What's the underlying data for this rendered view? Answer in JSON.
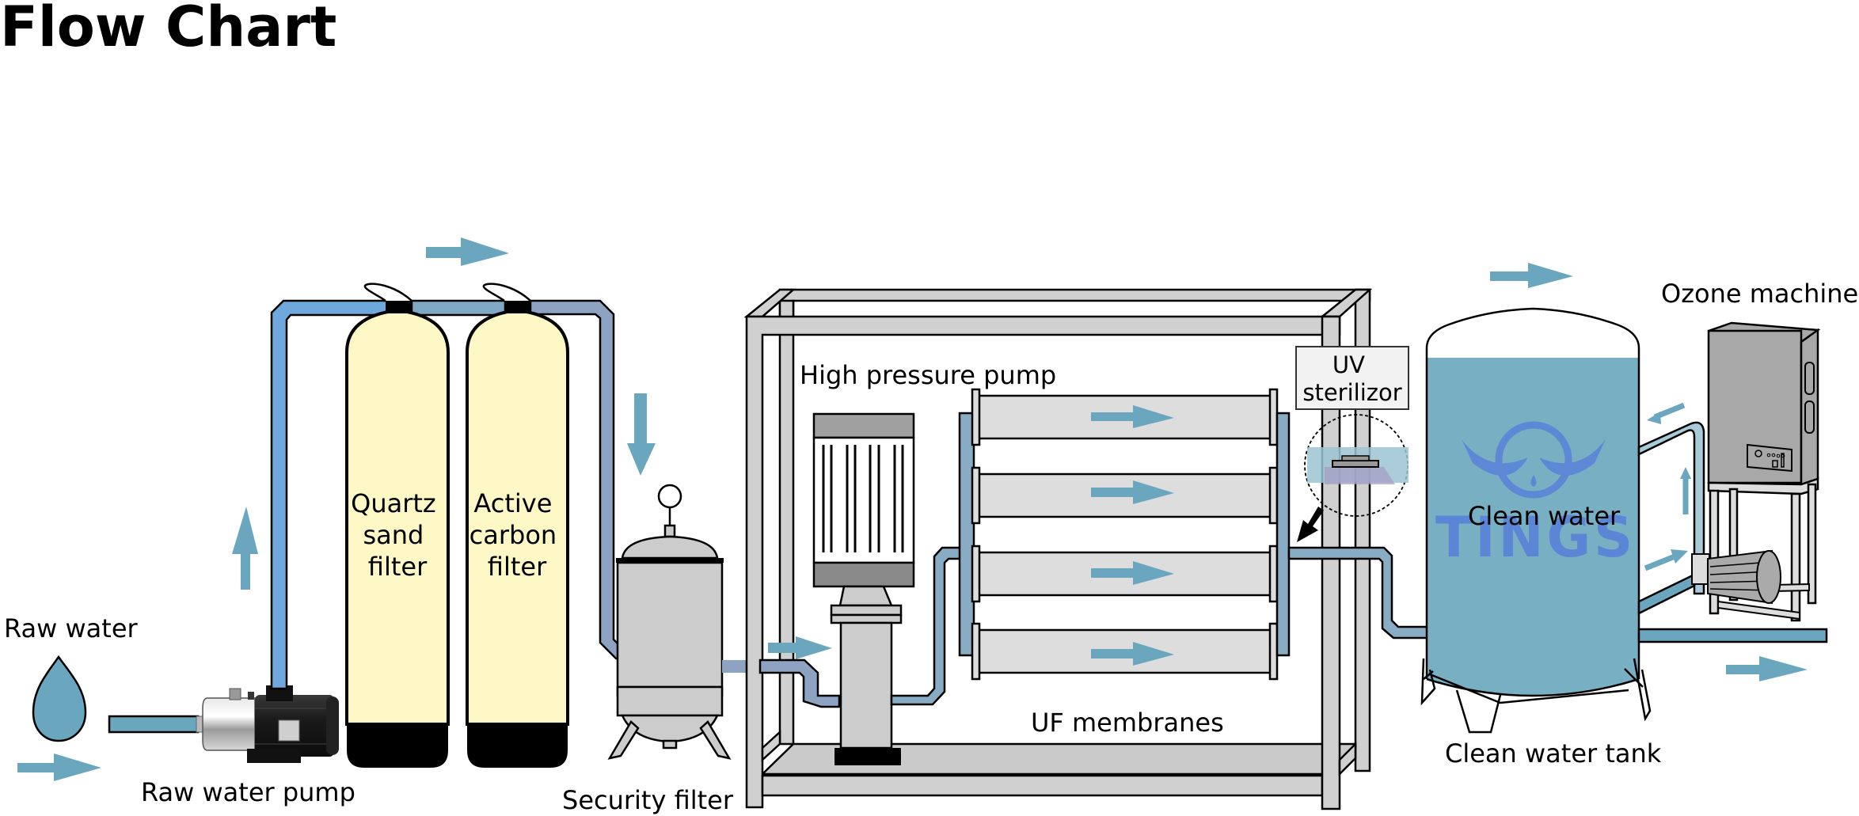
{
  "title": "Flow Chart",
  "colors": {
    "flow_arrow": "#6aa6be",
    "pipe_raw": "#6ea8dc",
    "pipe_treated": "#8ea3c2",
    "pipe_uf": "#88acc4",
    "filter_media": "#fdf8c6",
    "equipment_gray": "#cccccc",
    "membrane_gray": "#dddddd",
    "clean_water": "#78afc3",
    "watermark": "#5b86d6"
  },
  "stages": [
    {
      "id": "raw_water",
      "label": "Raw water"
    },
    {
      "id": "raw_water_pump",
      "label": "Raw water pump"
    },
    {
      "id": "quartz_sand_filter",
      "label_lines": [
        "Quartz",
        "sand",
        "filter"
      ]
    },
    {
      "id": "active_carbon_filter",
      "label_lines": [
        "Active",
        "carbon",
        "filter"
      ]
    },
    {
      "id": "security_filter",
      "label": "Security filter"
    },
    {
      "id": "high_pressure_pump",
      "label": "High pressure pump"
    },
    {
      "id": "uf_membranes",
      "label": "UF membranes",
      "count": 4
    },
    {
      "id": "uv_sterilizer",
      "label_lines": [
        "UV",
        "sterilizor"
      ]
    },
    {
      "id": "clean_water_tank",
      "label": "Clean water tank",
      "inner_label": "Clean water"
    },
    {
      "id": "ozone_machine",
      "label": "Ozone machine"
    }
  ],
  "watermark": {
    "text": "TINGS"
  },
  "flow_direction": [
    "raw_water",
    "raw_water_pump",
    "quartz_sand_filter",
    "active_carbon_filter",
    "security_filter",
    "high_pressure_pump",
    "uf_membranes",
    "uv_sterilizer",
    "clean_water_tank",
    "output"
  ]
}
